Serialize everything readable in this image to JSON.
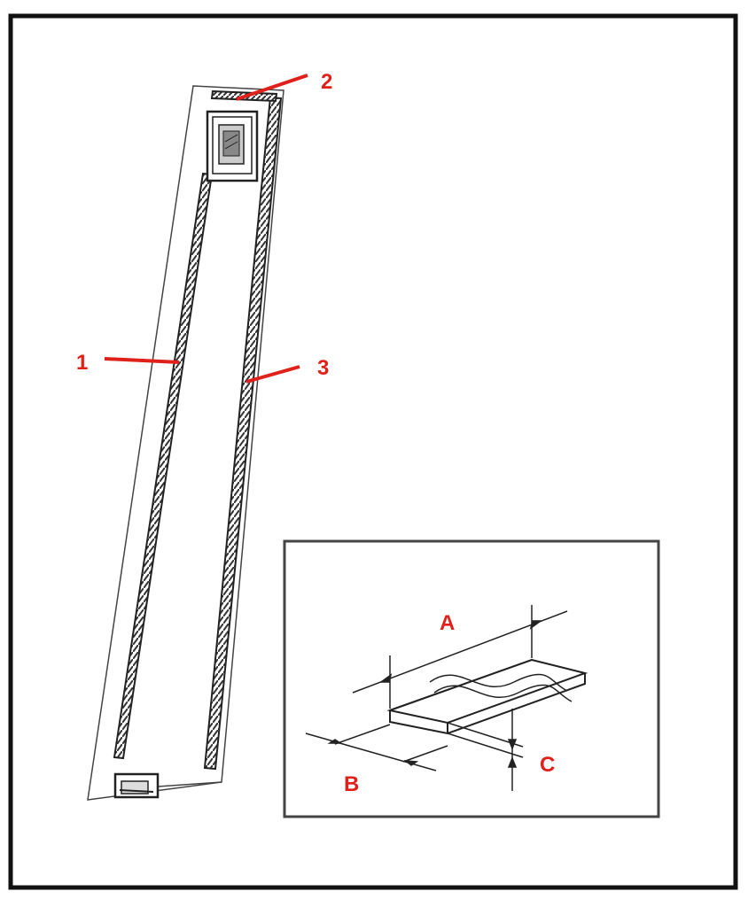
{
  "colors": {
    "frame": "#111111",
    "ink": "#333333",
    "callout": "#e0201a",
    "inset_border": "#444444"
  },
  "callouts": {
    "one": "1",
    "two": "2",
    "three": "3"
  },
  "dimensions": {
    "a": "A",
    "b": "B",
    "c": "C"
  },
  "icons": [
    "weatherstrip-panel-icon",
    "foam-strip-dimensions-icon"
  ]
}
